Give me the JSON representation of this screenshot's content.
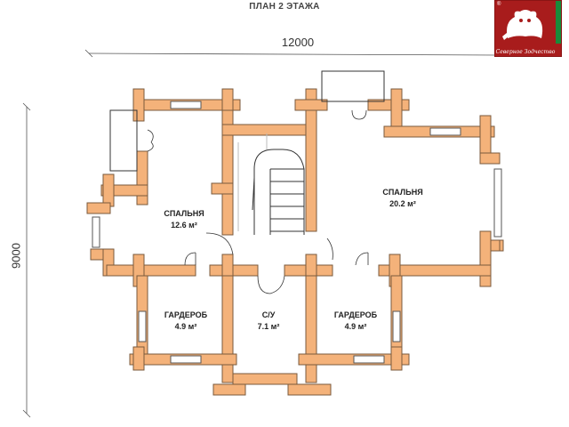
{
  "title": "ПЛАН 2 ЭТАЖА",
  "dimensions": {
    "width": "12000",
    "height": "9000"
  },
  "rooms": [
    {
      "name": "СПАЛЬНЯ",
      "area": "12.6 м²"
    },
    {
      "name": "СПАЛЬНЯ",
      "area": "20.2 м²"
    },
    {
      "name": "ГАРДЕРОБ",
      "area": "4.9 м²"
    },
    {
      "name": "С/У",
      "area": "7.1 м²"
    },
    {
      "name": "ГАРДЕРОБ",
      "area": "4.9 м²"
    }
  ],
  "logo": {
    "caption": "Северное Зодчество",
    "registered": "®"
  },
  "colors": {
    "wall": "#f4b27a",
    "wall_outline": "#7a5a3c",
    "line": "#333333",
    "logo_red": "#a81c1c",
    "logo_green": "#1a8a3a"
  }
}
